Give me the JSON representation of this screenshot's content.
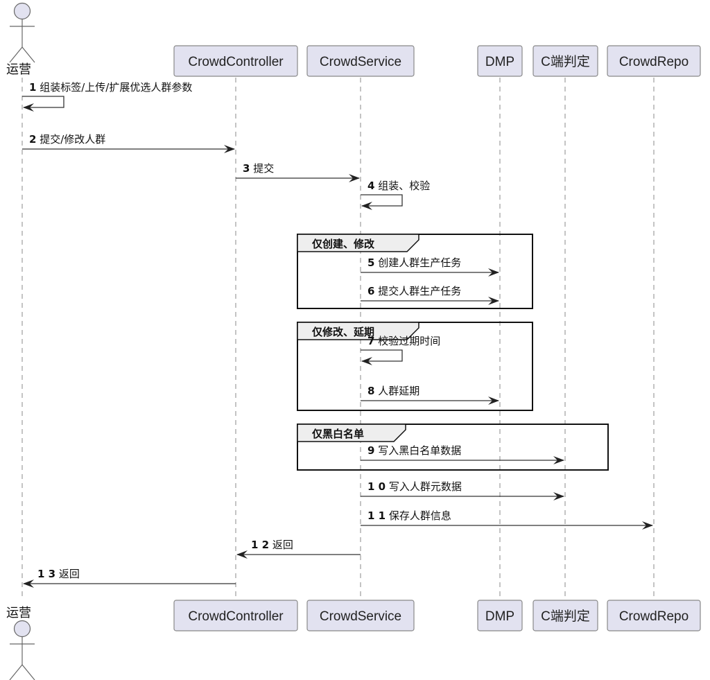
{
  "diagram": {
    "type": "sequence",
    "actor": {
      "id": "ops",
      "label": "运营"
    },
    "participants": [
      {
        "id": "ops",
        "label": "运营",
        "kind": "actor"
      },
      {
        "id": "ctrl",
        "label": "CrowdController",
        "kind": "participant"
      },
      {
        "id": "svc",
        "label": "CrowdService",
        "kind": "participant"
      },
      {
        "id": "dmp",
        "label": "DMP",
        "kind": "participant"
      },
      {
        "id": "cjudge",
        "label": "C端判定",
        "kind": "participant"
      },
      {
        "id": "repo",
        "label": "CrowdRepo",
        "kind": "participant"
      }
    ],
    "messages": [
      {
        "num": "1",
        "text": "组装标签/上传/扩展优选人群参数",
        "from": "ops",
        "to": "ops"
      },
      {
        "num": "2",
        "text": "提交/修改人群",
        "from": "ops",
        "to": "ctrl"
      },
      {
        "num": "3",
        "text": "提交",
        "from": "ctrl",
        "to": "svc"
      },
      {
        "num": "4",
        "text": "组装、校验",
        "from": "svc",
        "to": "svc"
      },
      {
        "num": "5",
        "text": "创建人群生产任务",
        "from": "svc",
        "to": "dmp",
        "group": 0
      },
      {
        "num": "6",
        "text": "提交人群生产任务",
        "from": "svc",
        "to": "dmp",
        "group": 0
      },
      {
        "num": "7",
        "text": "校验过期时间",
        "from": "svc",
        "to": "svc",
        "group": 1
      },
      {
        "num": "8",
        "text": "人群延期",
        "from": "svc",
        "to": "dmp",
        "group": 1
      },
      {
        "num": "9",
        "text": "写入黑白名单数据",
        "from": "svc",
        "to": "cjudge",
        "group": 2
      },
      {
        "num": "1 0",
        "text": "写入人群元数据",
        "from": "svc",
        "to": "cjudge"
      },
      {
        "num": "1 1",
        "text": "保存人群信息",
        "from": "svc",
        "to": "repo"
      },
      {
        "num": "1 2",
        "text": "返回",
        "from": "svc",
        "to": "ctrl"
      },
      {
        "num": "1 3",
        "text": "返回",
        "from": "ctrl",
        "to": "ops"
      }
    ],
    "groups": [
      {
        "label": "仅创建、修改"
      },
      {
        "label": "仅修改、延期"
      },
      {
        "label": "仅黑白名单"
      }
    ]
  }
}
